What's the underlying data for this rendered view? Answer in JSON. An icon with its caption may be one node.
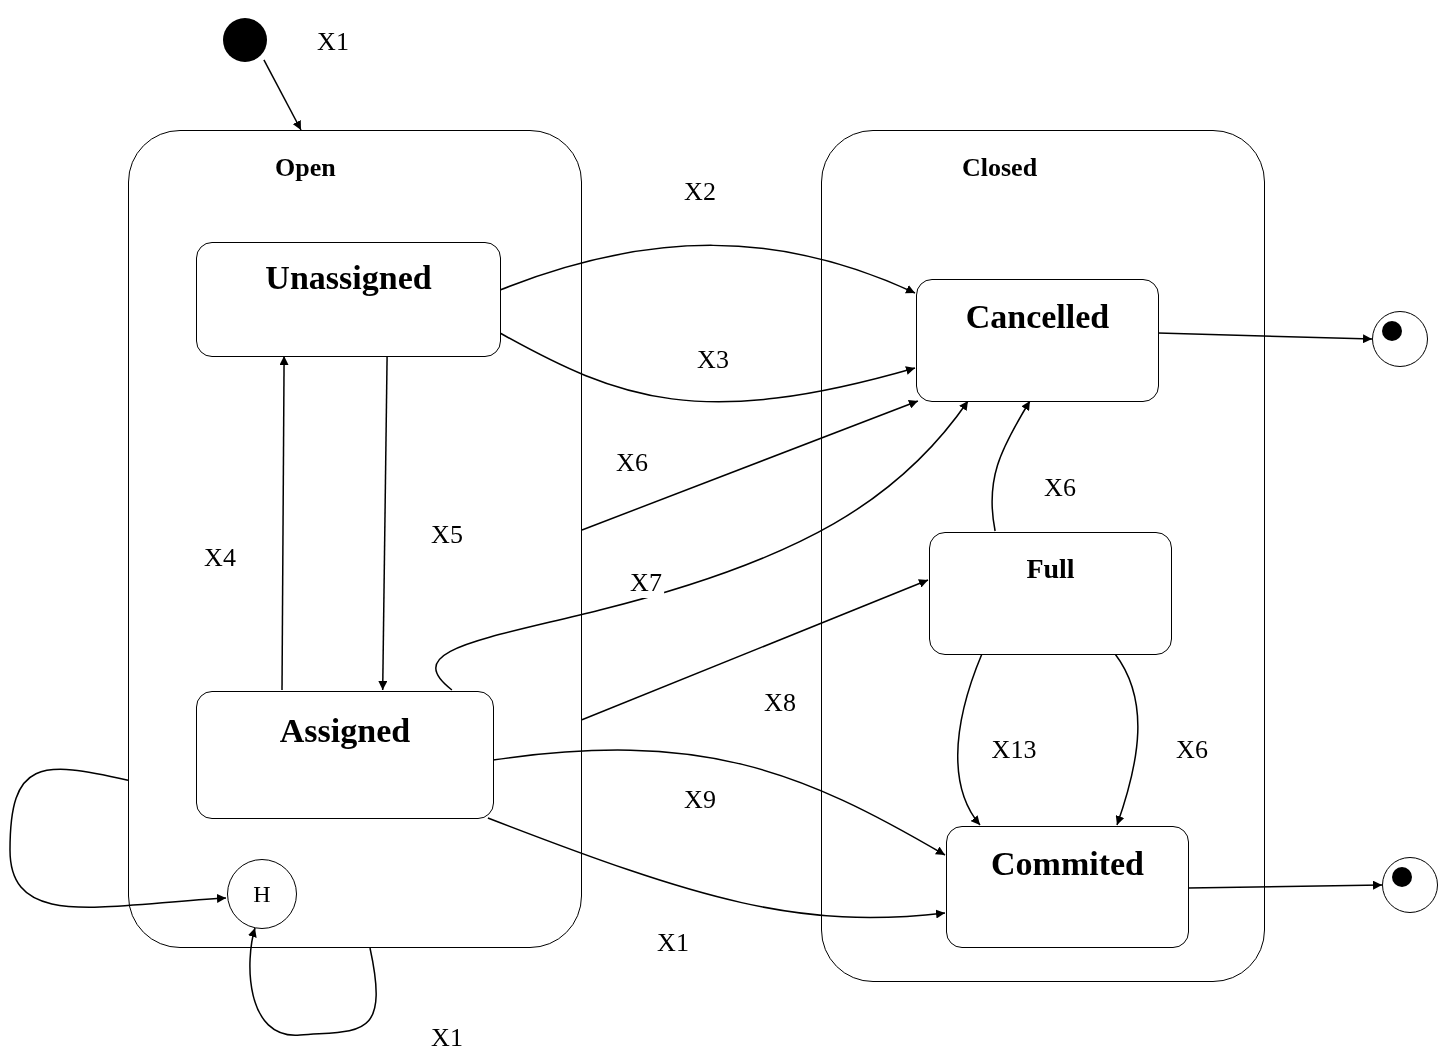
{
  "diagram": {
    "nodes": [
      {
        "text": [],
        "shape": "circle"
      },
      {
        "text": [
          "Open"
        ]
      },
      {
        "text": [
          "Unassigned"
        ],
        "in": 1
      },
      {
        "text": [
          "Assigned"
        ],
        "in": 1
      },
      {
        "text": [
          "H"
        ],
        "in": 1
      },
      {
        "text": [
          "Closed"
        ]
      },
      {
        "text": [
          "Cancelled"
        ],
        "in": 5
      },
      {
        "text": [
          "Full"
        ],
        "in": 5
      },
      {
        "text": [
          "Commited"
        ],
        "in": 5
      },
      {
        "text": [],
        "shape": "circle"
      },
      {
        "text": [],
        "shape": "circle"
      }
    ],
    "edges": [
      {
        "from": 0,
        "to": 1,
        "arrow": "to",
        "label": "X1"
      },
      {
        "from": 2,
        "to": 6,
        "arrow": "to",
        "label": "X2"
      },
      {
        "from": 2,
        "to": 6,
        "arrow": "to",
        "label": "X3"
      },
      {
        "from": 1,
        "to": 6,
        "arrow": "to",
        "label": "X6"
      },
      {
        "from": 3,
        "to": 6,
        "arrow": "to",
        "label": "X7"
      },
      {
        "from": 1,
        "to": 7,
        "arrow": "to",
        "label": "X8"
      },
      {
        "from": 3,
        "to": 8,
        "arrow": "to",
        "label": "X9"
      },
      {
        "from": 3,
        "to": 8,
        "arrow": "to",
        "label": "X1"
      },
      {
        "from": 7,
        "to": 6,
        "arrow": "to",
        "label": "X6"
      },
      {
        "from": 7,
        "to": 8,
        "arrow": "to",
        "label": "X13"
      },
      {
        "from": 7,
        "to": 8,
        "arrow": "to",
        "label": "X6"
      },
      {
        "from": 6,
        "to": 9,
        "arrow": "to"
      },
      {
        "from": 8,
        "to": 10,
        "arrow": "to"
      },
      {
        "from": 3,
        "to": 2,
        "arrow": "to",
        "label": "X4"
      },
      {
        "from": 2,
        "to": 3,
        "arrow": "to",
        "label": "X5"
      },
      {
        "from": 1,
        "to": 4,
        "arrow": "to"
      },
      {
        "from": 1,
        "to": 4,
        "arrow": "to",
        "label": "X1"
      }
    ]
  }
}
